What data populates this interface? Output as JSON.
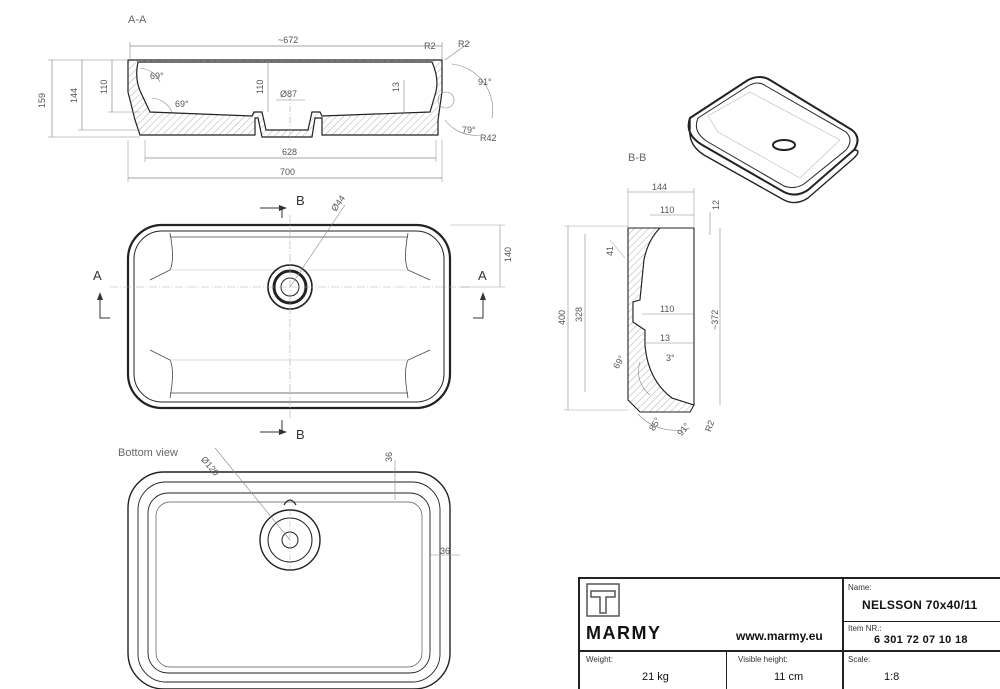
{
  "views": {
    "section_aa": "A-A",
    "section_bb": "B-B",
    "bottom": "Bottom view"
  },
  "section_marks": {
    "a_left": "A",
    "a_right": "A",
    "b_top": "B",
    "b_bottom": "B"
  },
  "dimensions_aa": {
    "top_width": "~672",
    "r_top_1": "R2",
    "r_top_2": "R2",
    "h_total": "159",
    "h_mid": "144",
    "h_inner": "110",
    "h_inner2": "110",
    "drain_dia": "Ø87",
    "depth13": "13",
    "ang_top": "69°",
    "ang_mid": "69°",
    "ang_right": "91°",
    "ang_right2": "79°",
    "r_right": "R42",
    "inner_width": "628",
    "overall_width": "700"
  },
  "dimensions_top": {
    "drain_dia": "Ø44",
    "h140": "140"
  },
  "dimensions_bb": {
    "w144": "144",
    "w110": "110",
    "t12": "12",
    "d41": "41",
    "h400": "400",
    "h328": "328",
    "w110b": "110",
    "h372": "~372",
    "d13": "13",
    "a3": "3°",
    "a69": "69°",
    "a85": "85°",
    "a91": "91°",
    "r2": "R2"
  },
  "dimensions_bottom": {
    "dia120": "Ø120",
    "d36a": "36",
    "d36b": "36"
  },
  "title_block": {
    "brand": "MARMY",
    "website": "www.marmy.eu",
    "name_label": "Name:",
    "name_value": "NELSSON 70x40/11",
    "item_label": "Item NR.:",
    "item_value": "6 301 72 07 10 18",
    "weight_label": "Weight:",
    "weight_value": "21 kg",
    "visible_label": "Visible height:",
    "visible_value": "11 cm",
    "scale_label": "Scale:",
    "scale_value": "1:8"
  },
  "colors": {
    "line": "#222222",
    "dim": "#888888",
    "hatch": "#999999"
  }
}
